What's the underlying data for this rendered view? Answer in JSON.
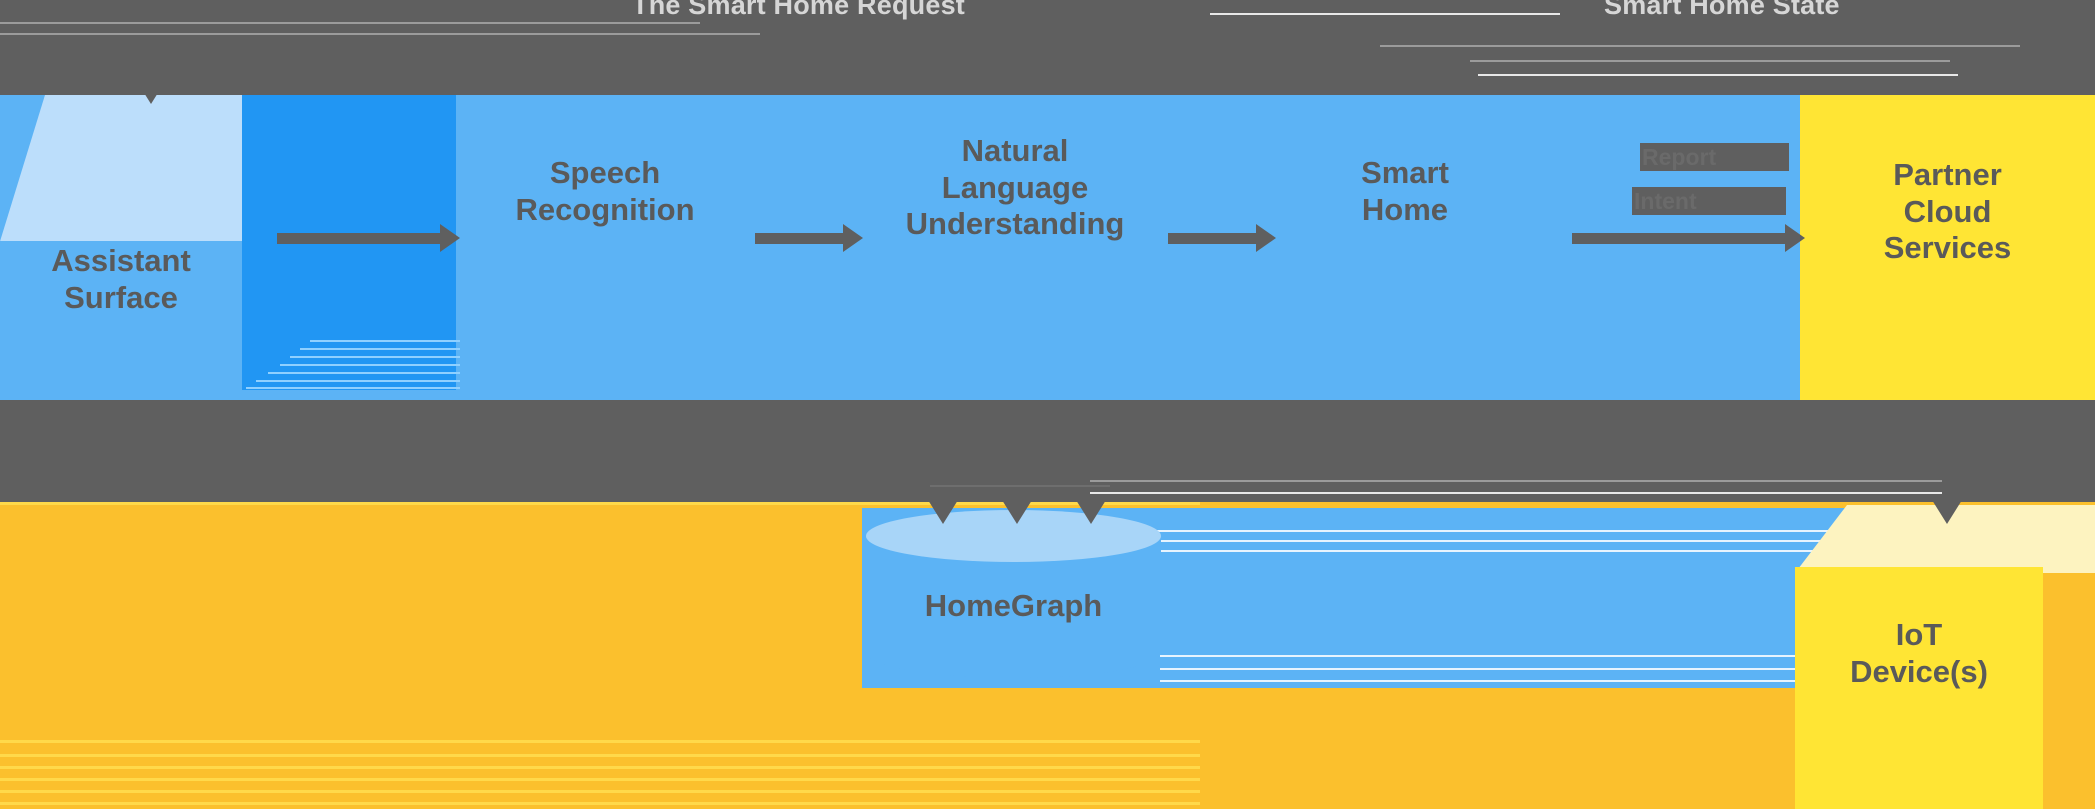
{
  "diagram": {
    "title_left": "The Smart Home Request",
    "title_right": "Smart Home State",
    "accent_blue": "#5cb3f5",
    "accent_blue_dark": "#2196f3",
    "accent_yellow": "#ffe534",
    "accent_amber": "#fbc02d",
    "background_gray": "#5f5f5f",
    "text_gray": "#5a5a5a"
  },
  "upper_row": {
    "assistant_surface": {
      "label": "Assistant\nSurface"
    },
    "speech_recognition": {
      "label": "Speech\nRecognition"
    },
    "nlu": {
      "label": "Natural\nLanguage\nUnderstanding"
    },
    "smart_home": {
      "label": "Smart\nHome"
    },
    "partner_cloud": {
      "label": "Partner\nCloud\nServices"
    },
    "inline_label_a": "Report",
    "inline_label_b": "Intent"
  },
  "lower_row": {
    "homegraph": {
      "label": "HomeGraph"
    },
    "iot_devices": {
      "label": "IoT\nDevice(s)"
    }
  },
  "arrows": [
    {
      "name": "assistant-to-speech",
      "direction": "right"
    },
    {
      "name": "speech-to-nlu",
      "direction": "right"
    },
    {
      "name": "nlu-to-smarthome",
      "direction": "right"
    },
    {
      "name": "smarthome-to-partner",
      "direction": "right"
    },
    {
      "name": "assistant-top-inlet",
      "direction": "down"
    },
    {
      "name": "homegraph-inlet-1",
      "direction": "down"
    },
    {
      "name": "homegraph-inlet-2",
      "direction": "down"
    },
    {
      "name": "homegraph-inlet-3",
      "direction": "down"
    },
    {
      "name": "iot-inlet",
      "direction": "down"
    }
  ]
}
